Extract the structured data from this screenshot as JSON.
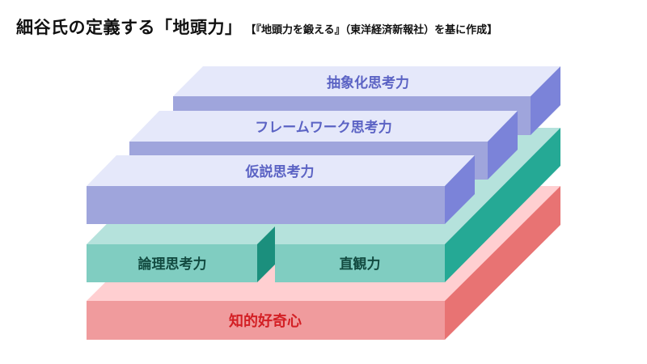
{
  "title": {
    "main": "細谷氏の定義する「地頭力」",
    "source": "【『地頭力を鍛える』（東洋経済新報社）を基に作成】"
  },
  "layers": {
    "abstraction": "抽象化思考力",
    "framework": "フレームワーク思考力",
    "hypothesis": "仮説思考力",
    "logical": "論理思考力",
    "intuition": "直観力",
    "curiosity": "知的好奇心"
  },
  "colors": {
    "purple_front": "#9fa5dc",
    "purple_top": "#e5e8fa",
    "purple_side": "#7b83d9",
    "purple_text": "#5b63c4",
    "teal_front": "#80cdc1",
    "teal_top": "#b5e2dc",
    "teal_side": "#25a995",
    "teal_text": "#124a40",
    "pink_front": "#f09b9d",
    "pink_top": "#ffcfd1",
    "pink_side": "#e87373",
    "pink_text": "#d31f24"
  }
}
